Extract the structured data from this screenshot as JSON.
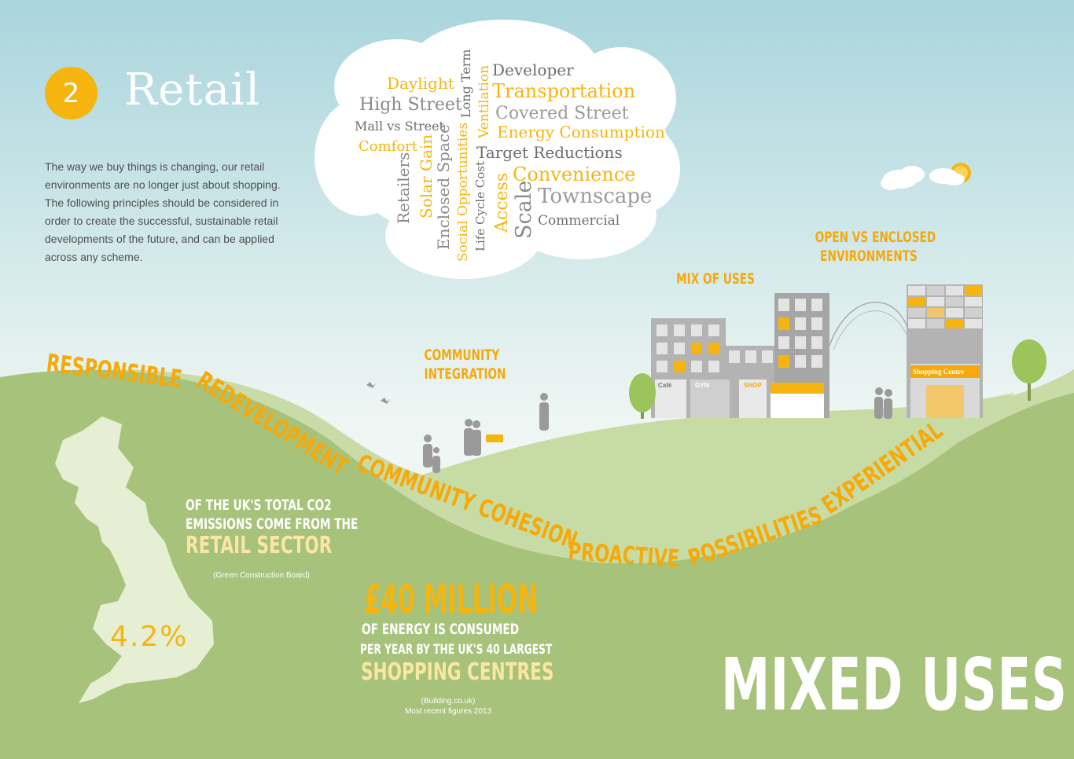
{
  "header": {
    "section_number": "2",
    "title": "Retail",
    "intro": "The way we buy things is changing, our retail environments are no longer just about shopping. The following principles should be considered in order to create the successful, sustainable retail developments of the future, and can be applied across any scheme."
  },
  "word_cloud": {
    "words": [
      "Daylight",
      "High Street",
      "Mall vs Street",
      "Comfort",
      "Retailers",
      "Solar Gain",
      "Enclosed Space",
      "Social Opportunities",
      "Long Term",
      "Ventilation",
      "Life Cycle Cost",
      "Access",
      "Scale",
      "Developer",
      "Transportation",
      "Covered Street",
      "Energy Consumption",
      "Target Reductions",
      "Convenience",
      "Townscape",
      "Commercial"
    ]
  },
  "labels": {
    "community_integration_1": "COMMUNITY",
    "community_integration_2": "INTEGRATION",
    "mix_of_uses": "MIX OF USES",
    "open_vs_enclosed_1": "OPEN VS ENCLOSED",
    "open_vs_enclosed_2": "ENVIRONMENTS"
  },
  "path_words": {
    "responsible": "RESPONSIBLE",
    "redevelopment": "REDEVELOPMENT",
    "community_cohesion": "COMMUNITY COHESION",
    "proactive": "PROACTIVE",
    "possibilities": "POSSIBILITIES",
    "experiential": "EXPERIENTIAL"
  },
  "buildings": {
    "cafe": "Café",
    "gym": "GYM",
    "shop": "SHOP",
    "shopping_centre": "Shopping Centre"
  },
  "stats": {
    "co2_line1": "OF THE UK'S TOTAL CO2",
    "co2_line2": "EMISSIONS COME FROM THE",
    "co2_line3": "RETAIL SECTOR",
    "co2_source": "(Green Construction Board)",
    "co2_value": "4.2%",
    "energy_value": "£40 MILLION",
    "energy_line1": "OF ENERGY IS CONSUMED",
    "energy_line2": "PER YEAR BY THE UK'S 40 LARGEST",
    "energy_line3": "SHOPPING CENTRES",
    "energy_source_1": "(Building.co.uk)",
    "energy_source_2": "Most recent figures 2013"
  },
  "footer": {
    "heading": "MIXED USES"
  },
  "colors": {
    "sky_top": "#a9d5dd",
    "sky_bottom": "#f4f8f2",
    "hill_green": "#a8c47c",
    "hill_light": "#c7dca5",
    "orange": "#f5a90a",
    "grey_text": "#8a8a8a",
    "building_grey": "#b3b3b3"
  }
}
